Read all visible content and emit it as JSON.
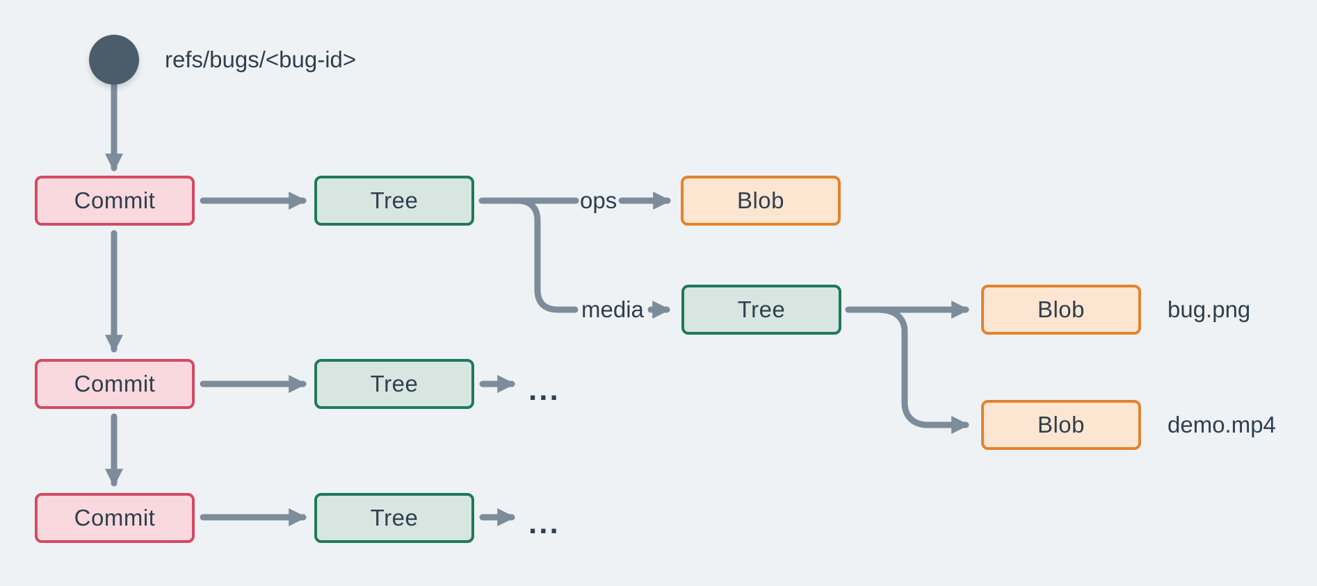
{
  "diagram": {
    "ref": {
      "label": "refs/bugs/<bug-id>"
    },
    "nodes": {
      "commit1": {
        "label": "Commit"
      },
      "commit2": {
        "label": "Commit"
      },
      "commit3": {
        "label": "Commit"
      },
      "tree1": {
        "label": "Tree"
      },
      "tree2": {
        "label": "Tree"
      },
      "tree3": {
        "label": "Tree"
      },
      "tree4": {
        "label": "Tree"
      },
      "blob_ops": {
        "label": "Blob"
      },
      "blob_bug": {
        "label": "Blob"
      },
      "blob_demo": {
        "label": "Blob"
      }
    },
    "edge_labels": {
      "ops": "ops",
      "media": "media"
    },
    "file_labels": {
      "bug": "bug.png",
      "demo": "demo.mp4"
    },
    "ellipsis_row2": "...",
    "ellipsis_row3": "..."
  },
  "colors": {
    "bg": "#eef2f5",
    "arrow": "#7d8c9a",
    "text": "#2f3f4d",
    "ref-dot": "#4b5c6a",
    "commit-border": "#d44a62",
    "commit-fill": "#f9d9de",
    "tree-border": "#20795a",
    "tree-fill": "#d7e6e0",
    "blob-border": "#e2832d",
    "blob-fill": "#fce5d1"
  }
}
